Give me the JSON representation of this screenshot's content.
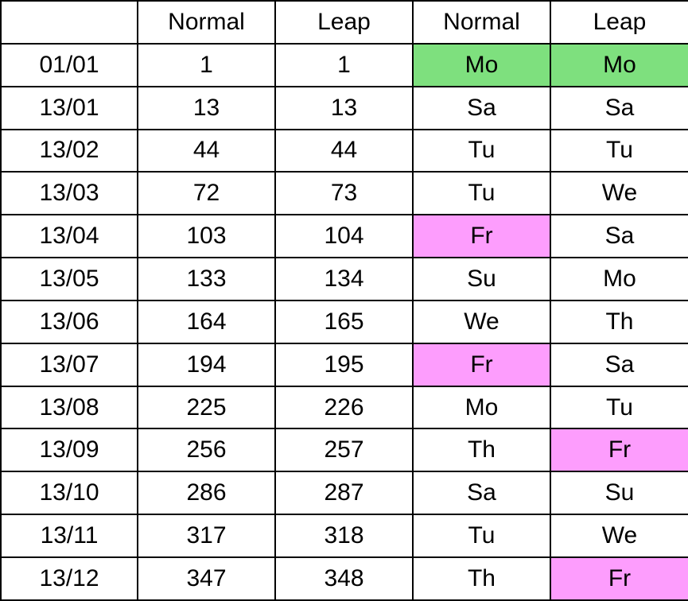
{
  "colors": {
    "green": "#7ee07e",
    "pink": "#fd9dfd",
    "white": "#ffffff",
    "border": "#000000"
  },
  "header": [
    "",
    "Normal",
    "Leap",
    "Normal",
    "Leap"
  ],
  "rows": [
    {
      "date": "01/01",
      "normal_day": "1",
      "leap_day": "1",
      "normal_weekday": "Mo",
      "leap_weekday": "Mo",
      "normal_hl": "green",
      "leap_hl": "green"
    },
    {
      "date": "13/01",
      "normal_day": "13",
      "leap_day": "13",
      "normal_weekday": "Sa",
      "leap_weekday": "Sa",
      "normal_hl": "",
      "leap_hl": ""
    },
    {
      "date": "13/02",
      "normal_day": "44",
      "leap_day": "44",
      "normal_weekday": "Tu",
      "leap_weekday": "Tu",
      "normal_hl": "",
      "leap_hl": ""
    },
    {
      "date": "13/03",
      "normal_day": "72",
      "leap_day": "73",
      "normal_weekday": "Tu",
      "leap_weekday": "We",
      "normal_hl": "",
      "leap_hl": ""
    },
    {
      "date": "13/04",
      "normal_day": "103",
      "leap_day": "104",
      "normal_weekday": "Fr",
      "leap_weekday": "Sa",
      "normal_hl": "pink",
      "leap_hl": ""
    },
    {
      "date": "13/05",
      "normal_day": "133",
      "leap_day": "134",
      "normal_weekday": "Su",
      "leap_weekday": "Mo",
      "normal_hl": "",
      "leap_hl": ""
    },
    {
      "date": "13/06",
      "normal_day": "164",
      "leap_day": "165",
      "normal_weekday": "We",
      "leap_weekday": "Th",
      "normal_hl": "",
      "leap_hl": ""
    },
    {
      "date": "13/07",
      "normal_day": "194",
      "leap_day": "195",
      "normal_weekday": "Fr",
      "leap_weekday": "Sa",
      "normal_hl": "pink",
      "leap_hl": ""
    },
    {
      "date": "13/08",
      "normal_day": "225",
      "leap_day": "226",
      "normal_weekday": "Mo",
      "leap_weekday": "Tu",
      "normal_hl": "",
      "leap_hl": ""
    },
    {
      "date": "13/09",
      "normal_day": "256",
      "leap_day": "257",
      "normal_weekday": "Th",
      "leap_weekday": "Fr",
      "normal_hl": "",
      "leap_hl": "pink"
    },
    {
      "date": "13/10",
      "normal_day": "286",
      "leap_day": "287",
      "normal_weekday": "Sa",
      "leap_weekday": "Su",
      "normal_hl": "",
      "leap_hl": ""
    },
    {
      "date": "13/11",
      "normal_day": "317",
      "leap_day": "318",
      "normal_weekday": "Tu",
      "leap_weekday": "We",
      "normal_hl": "",
      "leap_hl": ""
    },
    {
      "date": "13/12",
      "normal_day": "347",
      "leap_day": "348",
      "normal_weekday": "Th",
      "leap_weekday": "Fr",
      "normal_hl": "",
      "leap_hl": "pink"
    }
  ]
}
